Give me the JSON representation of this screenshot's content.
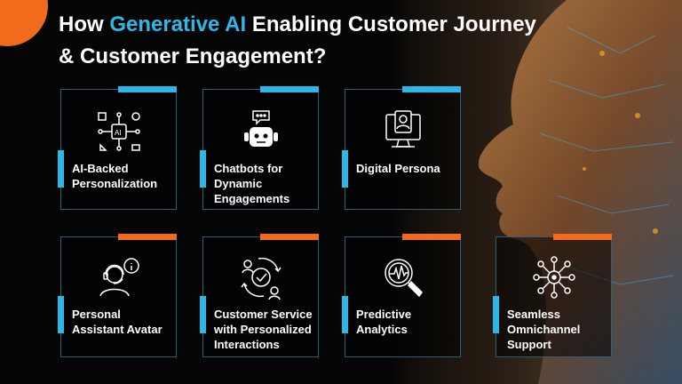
{
  "title": {
    "prefix": "How ",
    "accent": "Generative AI",
    "rest_line1": " Enabling Customer Journey",
    "line2": "& Customer Engagement?"
  },
  "colors": {
    "accent_blue": "#2bb7e8",
    "accent_orange": "#f26b1d",
    "background": "#050505",
    "card_border": "#2d5f77"
  },
  "cards": [
    {
      "label": "AI-Backed Personalization",
      "icon": "ai-circuit-icon",
      "accent": "blue"
    },
    {
      "label": "Chatbots for Dynamic Engagements",
      "icon": "chatbot-icon",
      "accent": "blue"
    },
    {
      "label": "Digital Persona",
      "icon": "digital-persona-icon",
      "accent": "blue"
    },
    {
      "label": "Personal Assistant Avatar",
      "icon": "assistant-avatar-icon",
      "accent": "orange"
    },
    {
      "label": "Customer Service with Personalized Interactions",
      "icon": "customer-service-icon",
      "accent": "orange"
    },
    {
      "label": "Predictive Analytics",
      "icon": "magnifier-analytics-icon",
      "accent": "orange"
    },
    {
      "label": "Seamless Omnichannel Support",
      "icon": "omnichannel-network-icon",
      "accent": "orange"
    }
  ]
}
